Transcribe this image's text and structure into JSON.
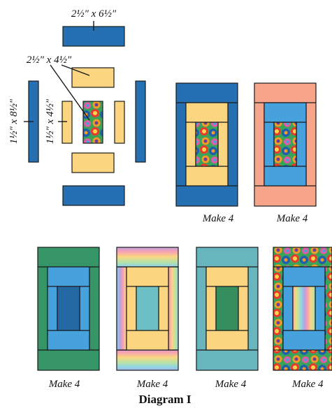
{
  "title": "Diagram I",
  "dimensions": {
    "top_strip": "2½″ x 6½″",
    "middle_strip": "2½″ x 4½″",
    "side_long": "1½″ x 8½″",
    "side_short": "1½″ x 4½″"
  },
  "blocks": [
    {
      "caption": "Make 4"
    },
    {
      "caption": "Make 4"
    },
    {
      "caption": "Make 4"
    },
    {
      "caption": "Make 4"
    },
    {
      "caption": "Make 4"
    },
    {
      "caption": "Make 4"
    }
  ],
  "colors": {
    "blue": "#2470b2",
    "light_blue": "#47a1dd",
    "yellow": "#fcd581",
    "salmon": "#f6a48a",
    "green": "#369566",
    "teal": "#67b6bd",
    "teal_light": "#6cbfc2",
    "dark_blue": "#2468a4",
    "dark_green": "#358e5d"
  }
}
